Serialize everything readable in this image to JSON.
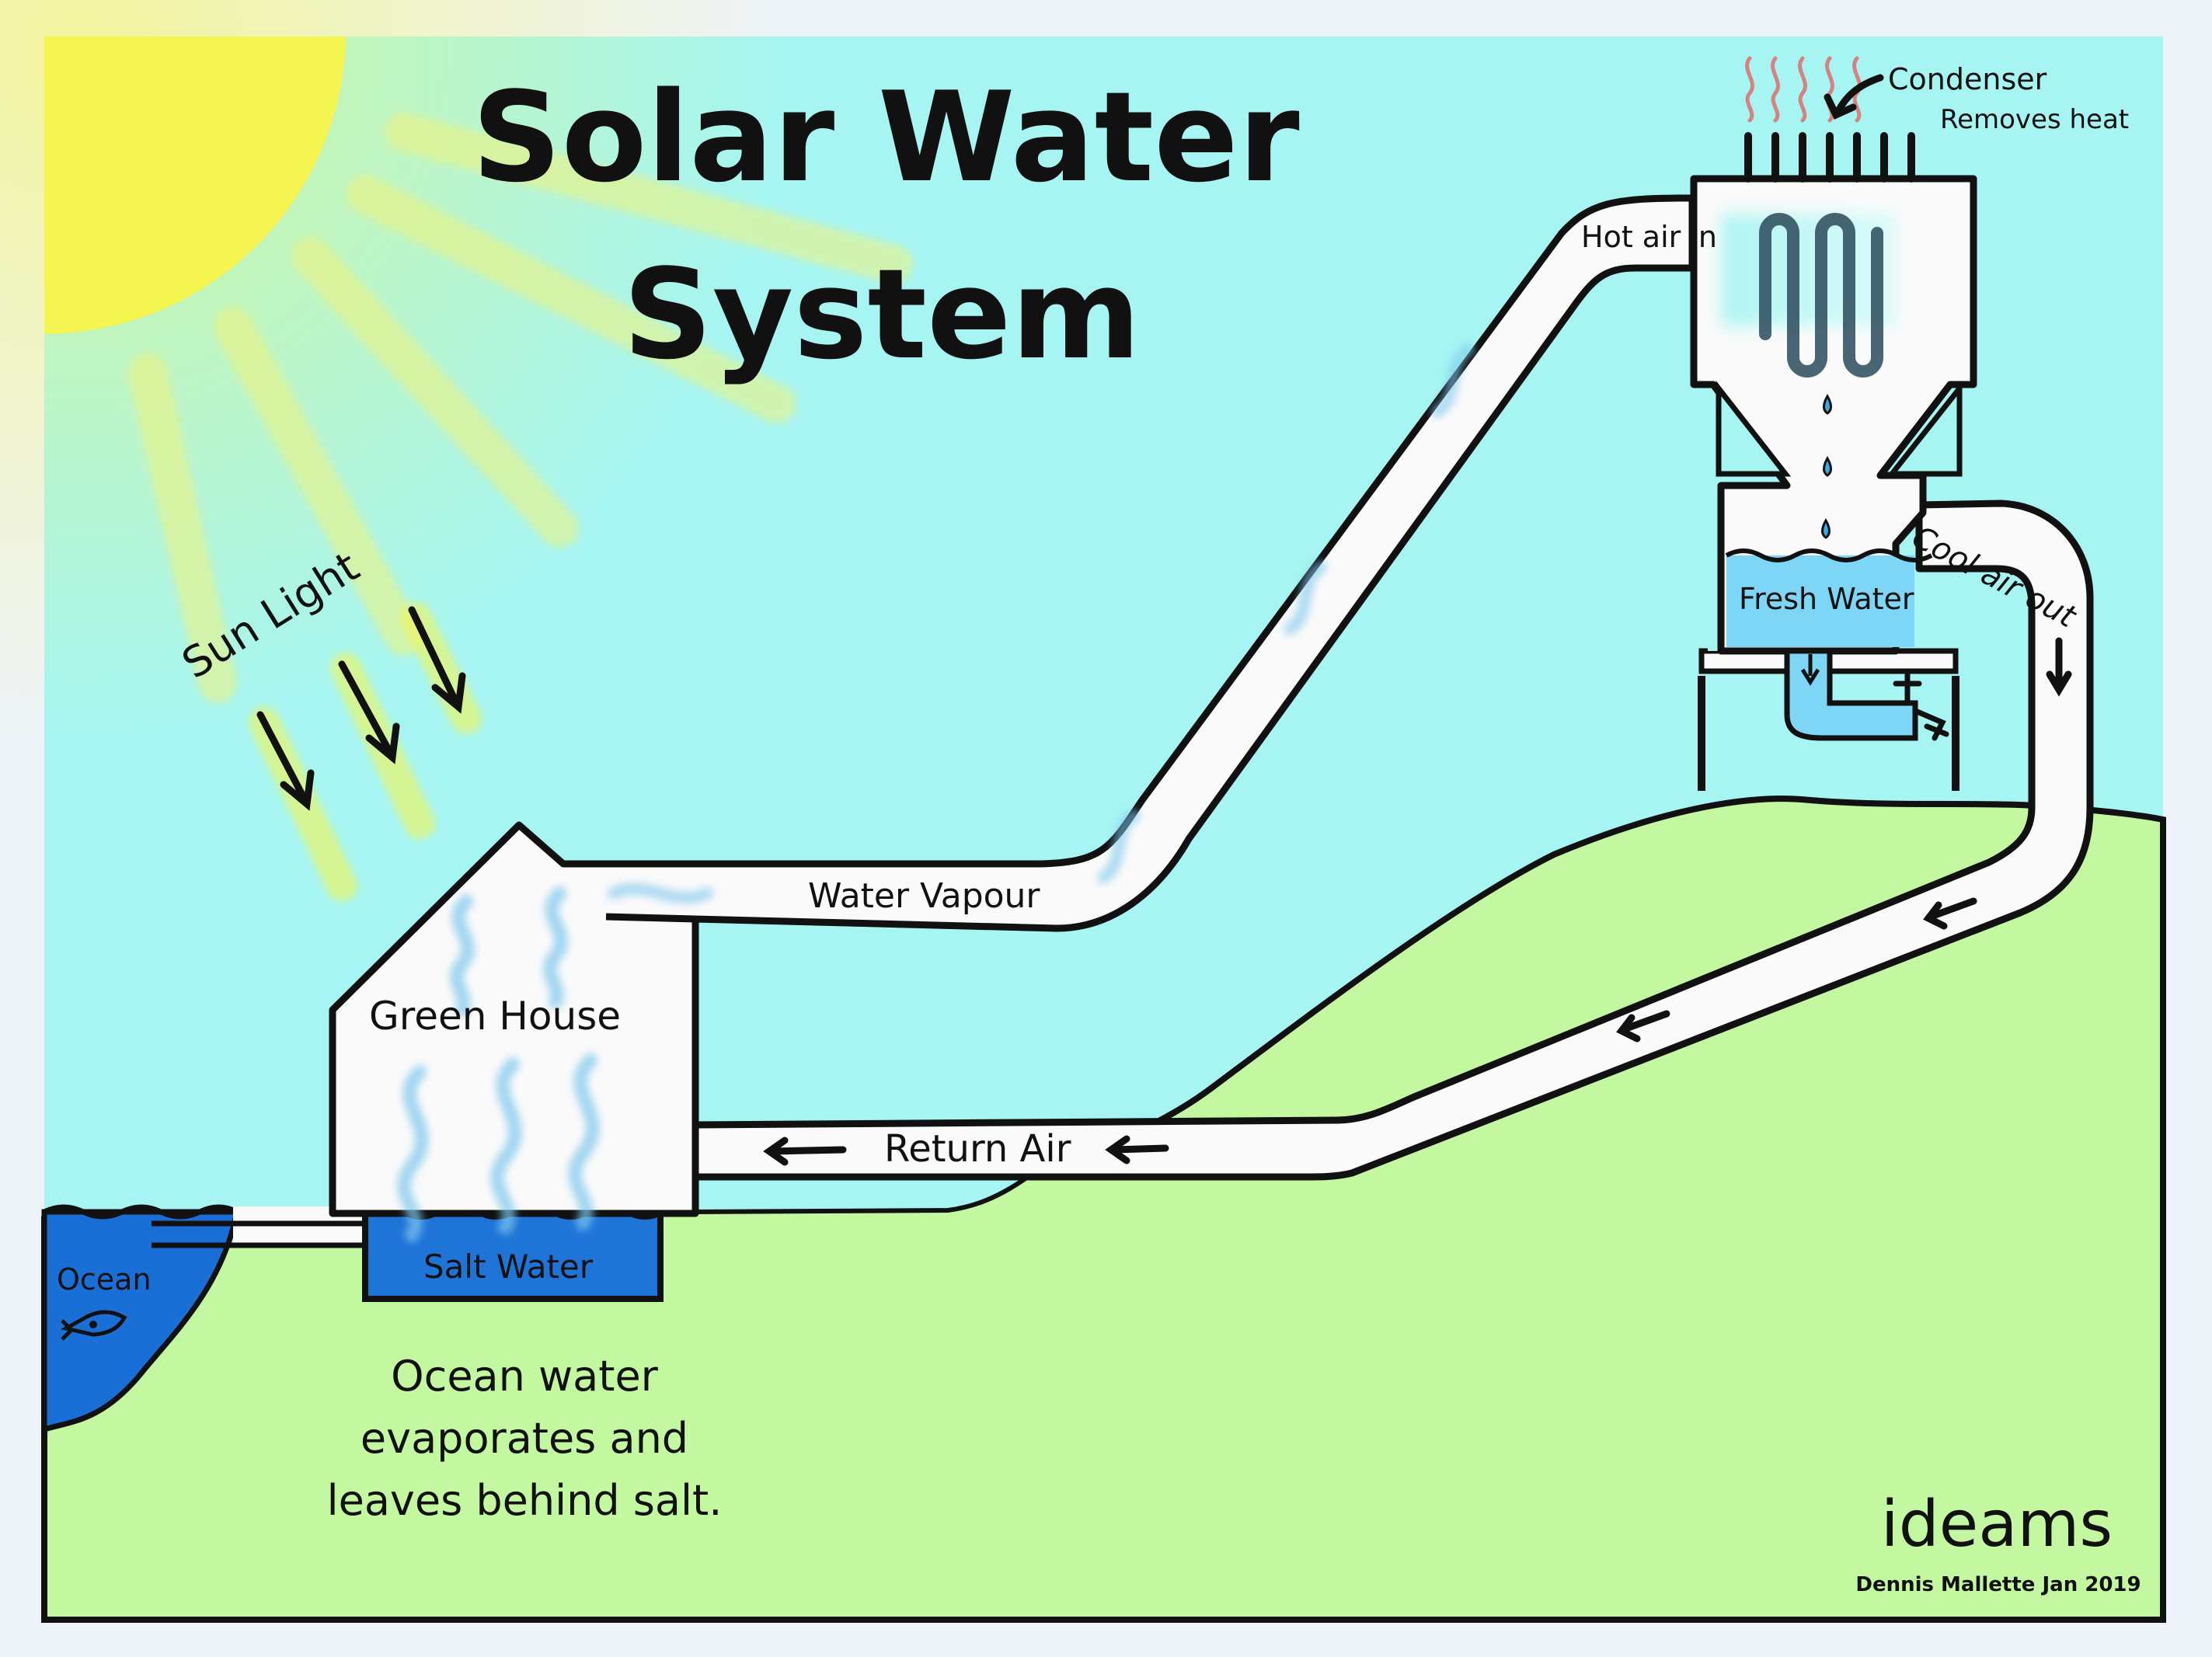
{
  "title": {
    "line1": "Solar Water",
    "line2": "System"
  },
  "labels": {
    "sunlight": "Sun Light",
    "condenser": "Condenser",
    "removes_heat": "Removes heat",
    "hot_air_in": "Hot air in",
    "cool_air_out": "Cool air out",
    "fresh_water": "Fresh Water",
    "water_vapour": "Water Vapour",
    "green_house": "Green House",
    "return_air": "Return Air",
    "salt_water": "Salt Water",
    "ocean": "Ocean"
  },
  "caption": {
    "line1": "Ocean water",
    "line2": "evaporates and",
    "line3": "leaves behind salt."
  },
  "brand": {
    "logo": "ideams",
    "credit": "Dennis Mallette Jan 2019"
  },
  "colors": {
    "sky": "#a6f5f2",
    "ground": "#c3f8a0",
    "sun": "#f5f552",
    "ocean": "#1a6fd6",
    "salt_water": "#1f74d8",
    "fresh_water": "#7dd6f5",
    "pipe": "#fafafa",
    "outline": "#111111",
    "heat": "#e06e6e"
  }
}
